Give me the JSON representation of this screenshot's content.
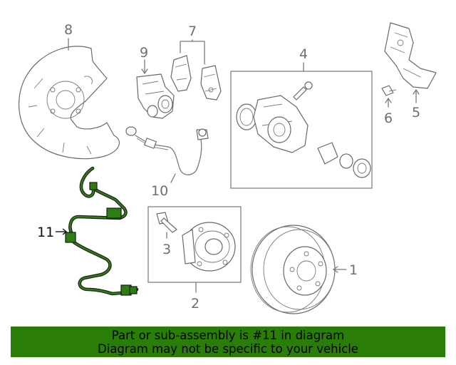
{
  "callouts": {
    "n1": "1",
    "n2": "2",
    "n3": "3",
    "n4": "4",
    "n5": "5",
    "n6": "6",
    "n7": "7",
    "n8": "8",
    "n9": "9",
    "n10": "10",
    "n11": "11"
  },
  "highlight_color": "#2b7d0a",
  "banner": {
    "line1": "Part or sub-assembly is #11 in diagram",
    "line2": "Diagram may not be specific to your vehicle"
  }
}
